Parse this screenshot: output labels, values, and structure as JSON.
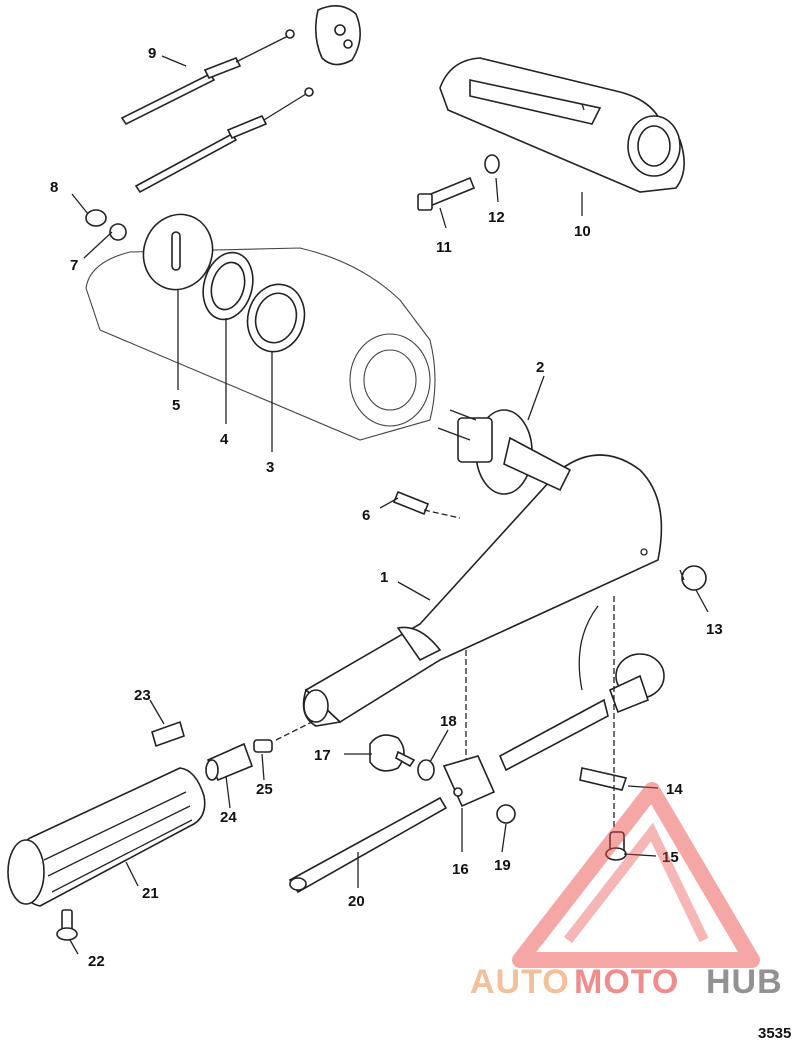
{
  "callouts": {
    "c1": "1",
    "c2": "2",
    "c3": "3",
    "c4": "4",
    "c5": "5",
    "c6": "6",
    "c7": "7",
    "c8": "8",
    "c9": "9",
    "c10": "10",
    "c11": "11",
    "c12": "12",
    "c13": "13",
    "c14": "14",
    "c15": "15",
    "c16": "16",
    "c17": "17",
    "c18": "18",
    "c19": "19",
    "c20": "20",
    "c21": "21",
    "c22": "22",
    "c23": "23",
    "c24": "24",
    "c25": "25"
  },
  "figure_number": "3535",
  "watermark": {
    "part1": "AUTO",
    "part2": "MOTO",
    "part3": "HUB",
    "color_orange": "#f3b48a",
    "color_red": "#e9413f",
    "color_gray": "#7f7f7f"
  }
}
